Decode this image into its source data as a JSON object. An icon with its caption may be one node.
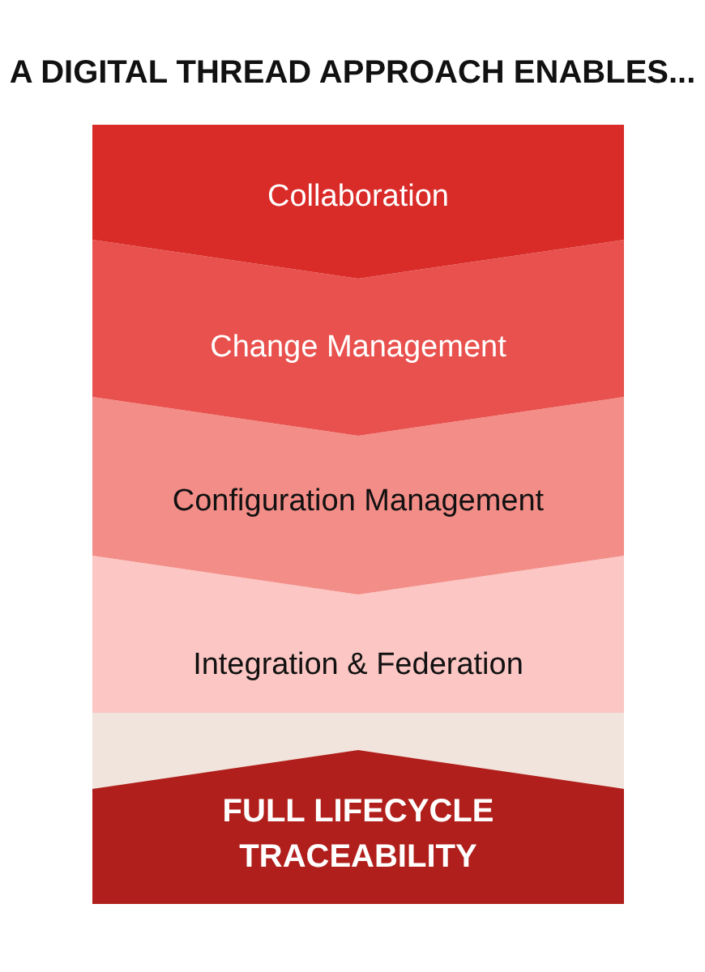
{
  "diagram": {
    "title": "A DIGITAL THREAD APPROACH ENABLES...",
    "nodes": [
      {
        "text": [
          "Collaboration"
        ]
      },
      {
        "text": [
          "Change Management"
        ]
      },
      {
        "text": [
          "Configuration Management"
        ]
      },
      {
        "text": [
          "Integration & Federation"
        ]
      },
      {
        "text": [
          "FULL LIFECYCLE TRACEABILITY"
        ]
      }
    ]
  }
}
